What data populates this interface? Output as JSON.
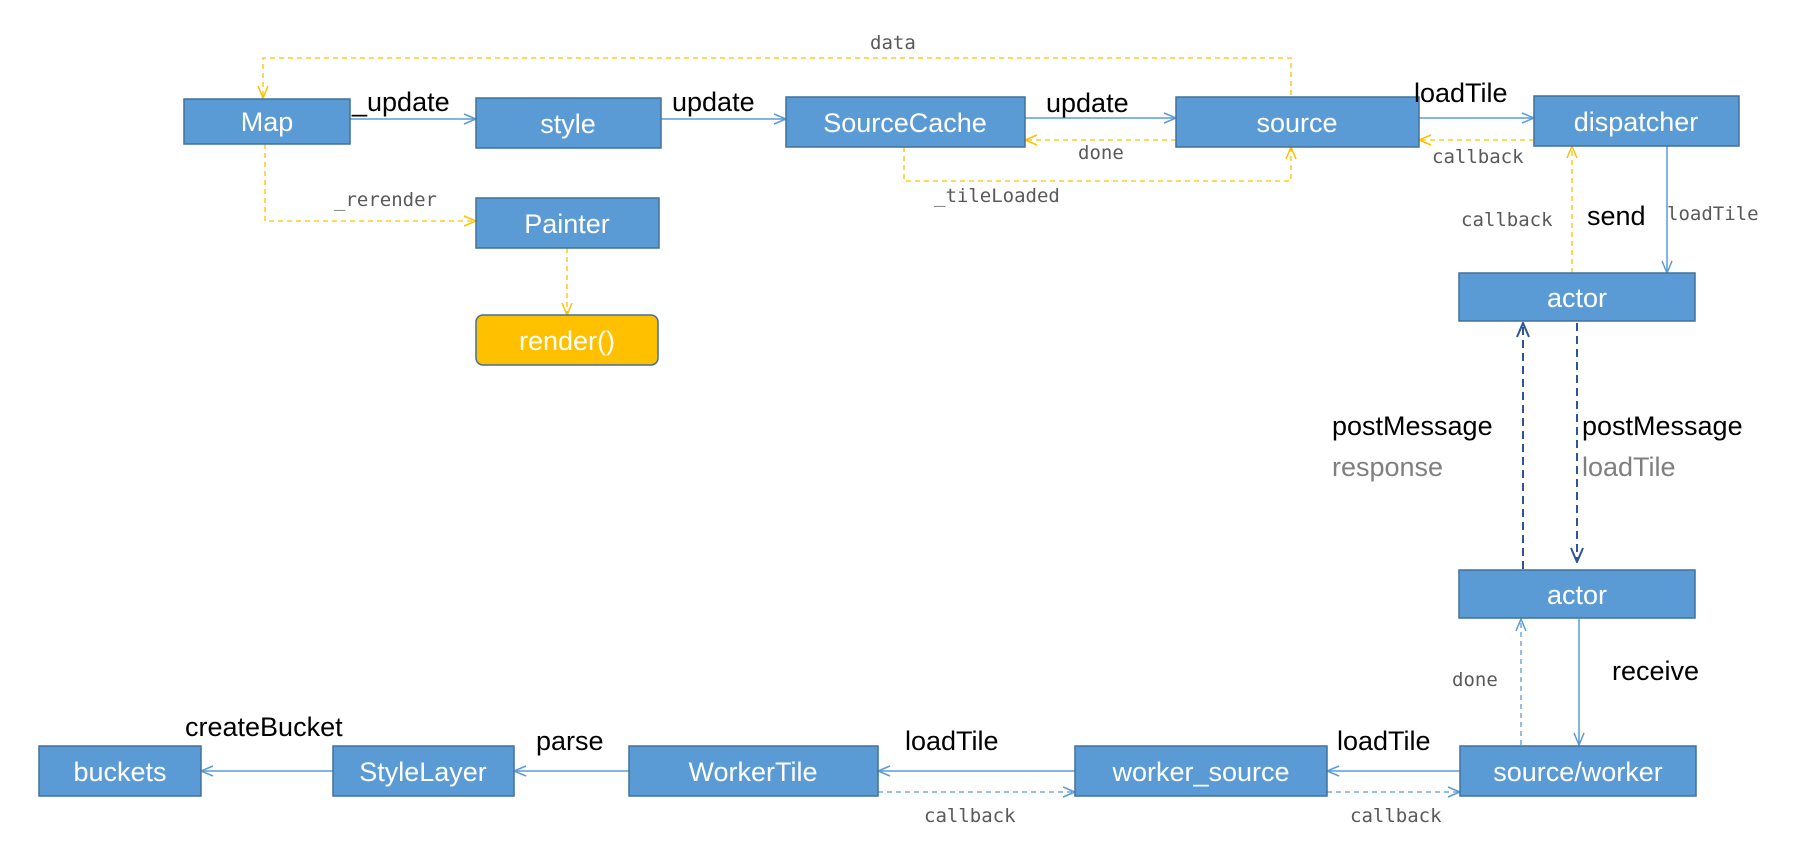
{
  "colors": {
    "node_fill": "#5b9bd5",
    "node_border": "#41719c",
    "render_fill": "#ffc000",
    "solid_edge": "#5b9bd5",
    "dashed_yellow": "#ffc000",
    "dashed_dark": "#2f5597"
  },
  "nodes": {
    "map": "Map",
    "style": "style",
    "sourcecache": "SourceCache",
    "source": "source",
    "dispatcher": "dispatcher",
    "painter": "Painter",
    "render": "render()",
    "actor_top": "actor",
    "actor_bottom": "actor",
    "source_worker": "source/worker",
    "worker_source": "worker_source",
    "workertile": "WorkerTile",
    "stylelayer": "StyleLayer",
    "buckets": "buckets"
  },
  "labels": {
    "data": "data",
    "map_style_update": "_update",
    "rerender": "_rerender",
    "style_sourcecache_update": "update",
    "sourcecache_source_update": "update",
    "done_top": "done",
    "tileloaded": "_tileLoaded",
    "source_dispatcher_loadtile": "loadTile",
    "callback_top": "callback",
    "send": "send",
    "send_loadtile": "loadTile",
    "callback_right": "callback",
    "postmessage_left": "postMessage",
    "response": "response",
    "postmessage_right": "postMessage",
    "postmessage_loadtile": "loadTile",
    "done_bottom": "done",
    "receive": "receive",
    "worker_loadtile_1": "loadTile",
    "worker_loadtile_2": "loadTile",
    "callback_bottom_1": "callback",
    "callback_bottom_2": "callback",
    "parse": "parse",
    "createbucket": "createBucket"
  }
}
